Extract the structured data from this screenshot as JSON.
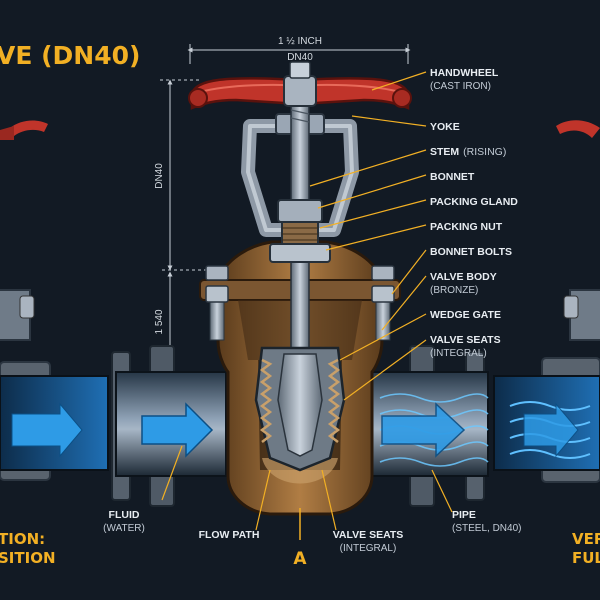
{
  "title": "VE (DN40)",
  "dims": {
    "width_top_1": "1 ½ INCH",
    "width_top_2": "DN40",
    "height_left": "DN40",
    "height_lower": "1 540"
  },
  "labels_right": [
    {
      "main": "HANDWHEEL",
      "sub": "(CAST IRON)"
    },
    {
      "main": "YOKE",
      "sub": ""
    },
    {
      "main": "STEM",
      "sub": "(RISING)"
    },
    {
      "main": "BONNET",
      "sub": ""
    },
    {
      "main": "PACKING GLAND",
      "sub": ""
    },
    {
      "main": "PACKING NUT",
      "sub": ""
    },
    {
      "main": "BONNET BOLTS",
      "sub": ""
    },
    {
      "main": "VALVE BODY",
      "sub": "(BRONZE)"
    },
    {
      "main": "WEDGE GATE",
      "sub": ""
    },
    {
      "main": "VALVE SEATS",
      "sub": "(INTEGRAL)"
    }
  ],
  "labels_bottom": {
    "fluid": "FLUID",
    "fluid_sub": "(WATER)",
    "flow_path": "FLOW PATH",
    "seats": "VALVE SEATS",
    "seats_sub": "(INTEGRAL)",
    "pipe": "PIPE",
    "pipe_sub": "(STEEL, DN40)",
    "center_mark": "A"
  },
  "edge_texts": {
    "left_1": "TION:",
    "left_2": "SITION",
    "right_1": "VER",
    "right_2": "FUL"
  },
  "colors": {
    "accent": "#f2b024",
    "red": "#c0342a",
    "bronze": "#9a6a36",
    "steel": "#9aa6b4",
    "flow": "#2e9be6"
  }
}
